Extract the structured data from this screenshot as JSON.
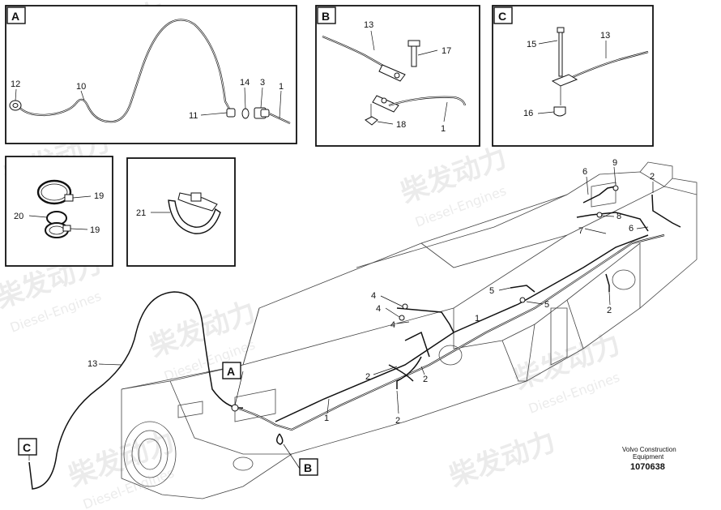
{
  "watermark": {
    "brand": "柴发动力",
    "subtitle": "Diesel-Engines"
  },
  "detail_views": {
    "A": {
      "label": "A",
      "callouts": [
        "12",
        "10",
        "11",
        "14",
        "3",
        "1"
      ]
    },
    "B": {
      "label": "B",
      "callouts": [
        "13",
        "17",
        "18",
        "1"
      ]
    },
    "C": {
      "label": "C",
      "callouts": [
        "15",
        "13",
        "16"
      ]
    },
    "clamp_set": {
      "callouts": [
        "19",
        "20",
        "19"
      ]
    },
    "strap": {
      "callouts": [
        "21"
      ]
    }
  },
  "main_view": {
    "callouts": [
      "6",
      "9",
      "2",
      "8",
      "7",
      "6",
      "4",
      "4",
      "4",
      "5",
      "5",
      "2",
      "13",
      "2",
      "2",
      "2",
      "1",
      "1"
    ],
    "view_markers": [
      "A",
      "B",
      "C"
    ]
  },
  "footer": {
    "company_line1": "Volvo Construction",
    "company_line2": "Equipment",
    "part_number": "1070638"
  }
}
